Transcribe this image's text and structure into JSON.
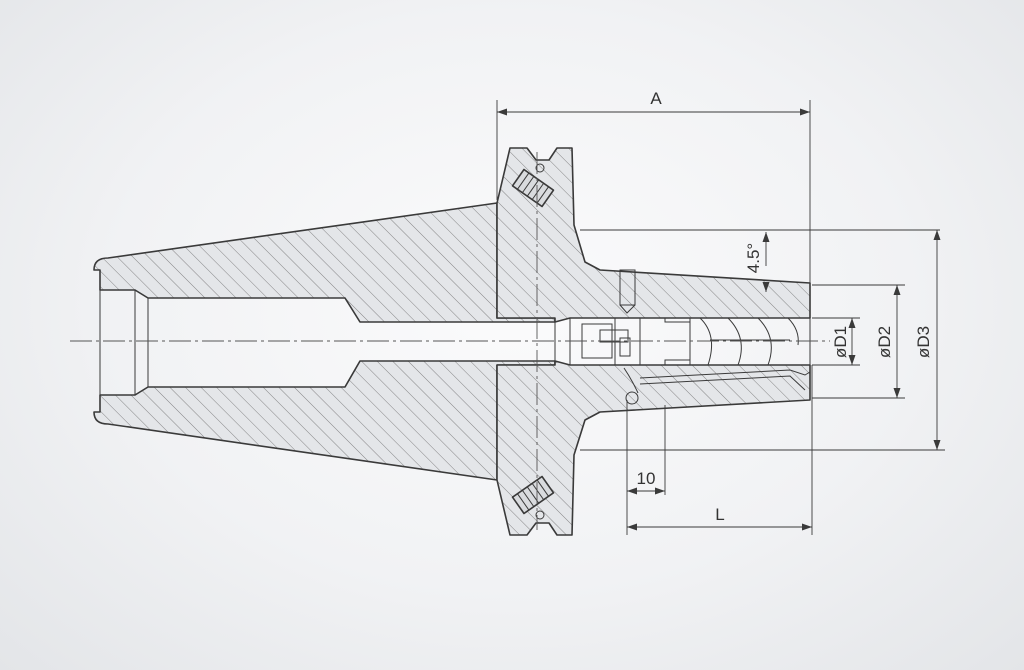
{
  "drawing": {
    "labels": {
      "A": "A",
      "angle": "4.5°",
      "D1": "øD1",
      "D2": "øD2",
      "D3": "øD3",
      "ten": "10",
      "L": "L"
    },
    "colors": {
      "background": "#eef0f2",
      "section_fill": "#e4e6e9",
      "line": "#3a3a3a"
    }
  }
}
